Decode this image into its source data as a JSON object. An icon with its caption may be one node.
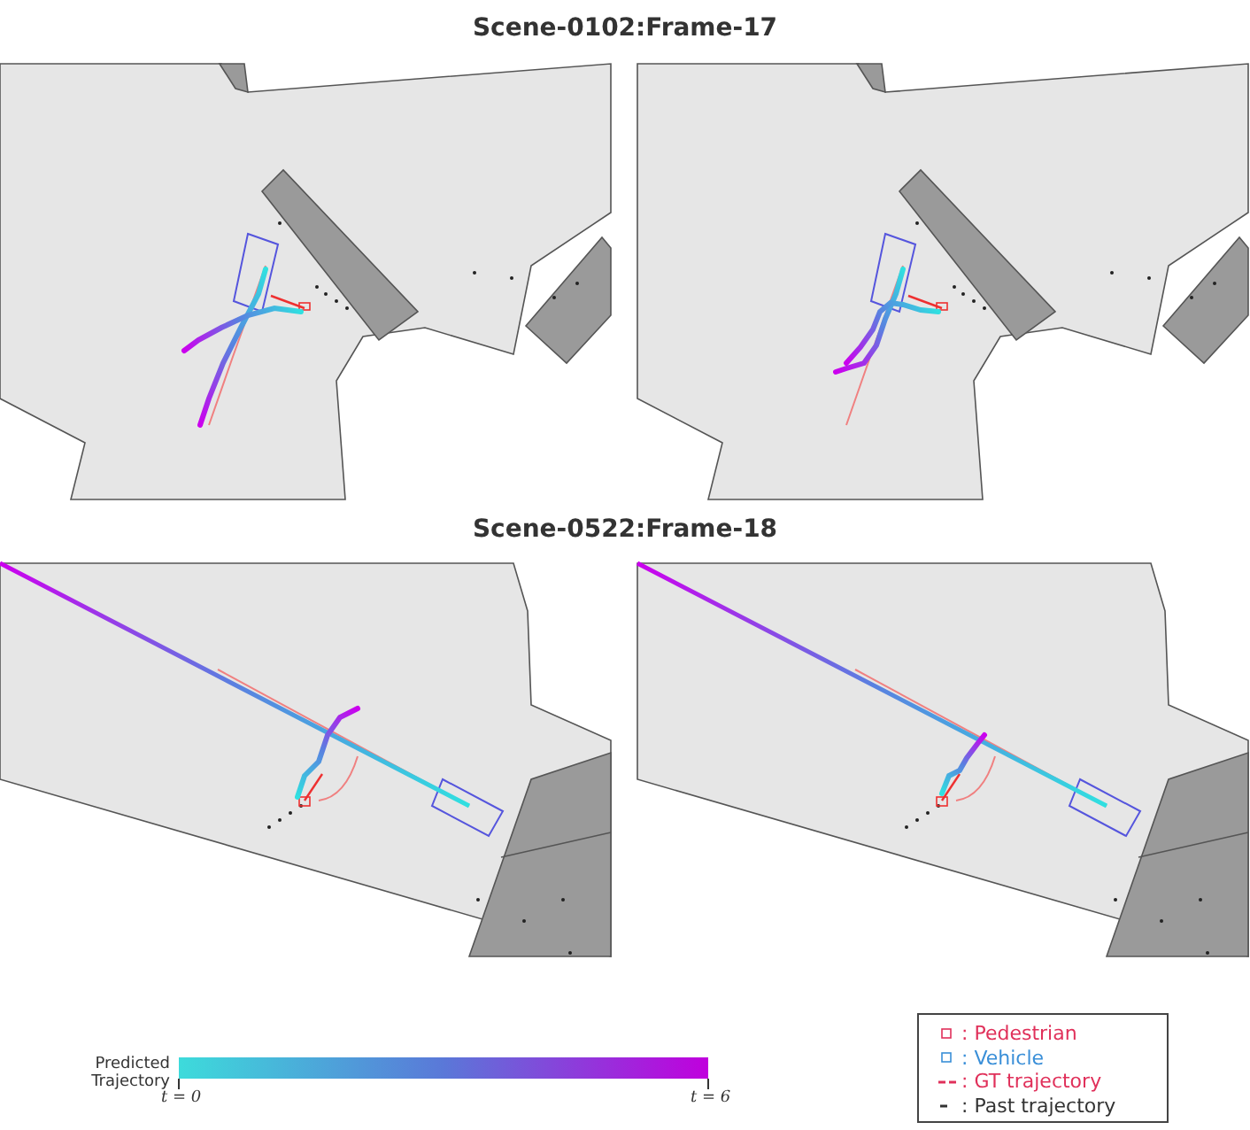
{
  "diagram": {
    "labels": [
      "Scene-0102:Frame-17",
      "Scene-0522:Frame-18",
      "Predicted Trajectory",
      "t = 0",
      "t = 6"
    ],
    "legend": [
      {
        "text": ": Pedestrian"
      },
      {
        "text": ": Vehicle"
      },
      {
        "text": ": GT trajectory"
      },
      {
        "text": ": Past trajectory"
      }
    ]
  }
}
